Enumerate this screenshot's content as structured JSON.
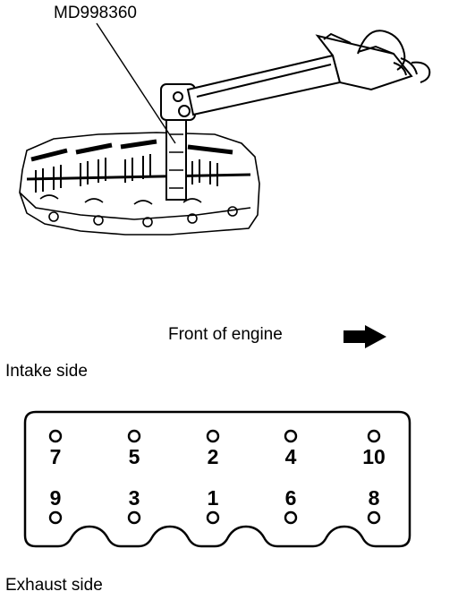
{
  "tool_label": "MD998360",
  "front_label": "Front of engine",
  "intake_label": "Intake side",
  "exhaust_label": "Exhaust side",
  "bolts": {
    "top_row": [
      "7",
      "5",
      "2",
      "4",
      "10"
    ],
    "bottom_row": [
      "9",
      "3",
      "1",
      "6",
      "8"
    ]
  },
  "icons": {
    "direction": "arrow-right-icon",
    "bolt_hole": "circle-icon",
    "wrench": "torque-wrench-icon",
    "engine": "cylinder-head-icon"
  },
  "colors": {
    "ink": "#000000",
    "paper": "#ffffff"
  }
}
